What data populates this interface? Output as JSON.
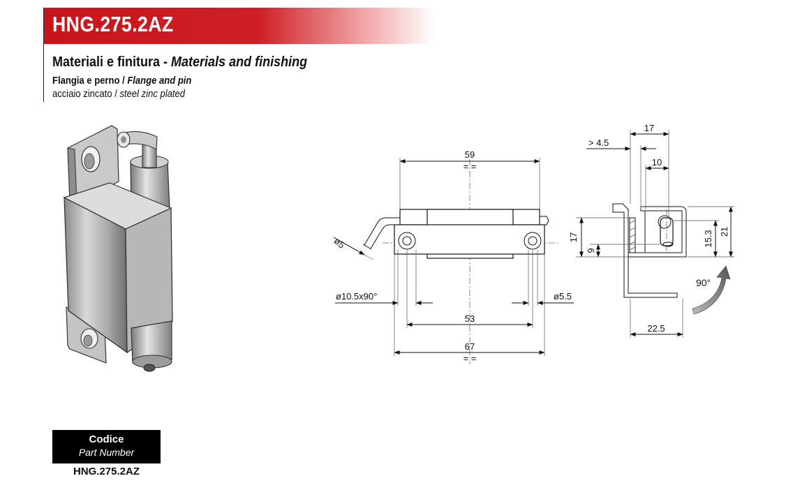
{
  "product_code": "HNG.275.2AZ",
  "materials": {
    "title_it": "Materiali e finitura - ",
    "title_en": "Materials and finishing",
    "part_it": "Flangia e perno / ",
    "part_en": "Flange and pin",
    "finish_it": "acciaio zincato / ",
    "finish_en": "steel zinc plated"
  },
  "front_view": {
    "dim_width_top": "59",
    "dim_pitch": "53",
    "dim_total": "67",
    "dim_pin_dia": "ø5",
    "dim_countersink": "ø10.5x90°",
    "dim_hole": "ø5.5",
    "symmetry_mark": "= ="
  },
  "side_view": {
    "dim_17_top": "17",
    "dim_gt_4_5": "> 4.5",
    "dim_10": "10",
    "dim_17_left": "17",
    "dim_9": "9",
    "dim_15_3": "15.3",
    "dim_21": "21",
    "dim_22_5": "22.5",
    "rotation": "90°"
  },
  "code_table": {
    "header": "Codice",
    "subheader": "Part Number",
    "value": "HNG.275.2AZ"
  },
  "colors": {
    "brand_red": "#c8141a"
  }
}
